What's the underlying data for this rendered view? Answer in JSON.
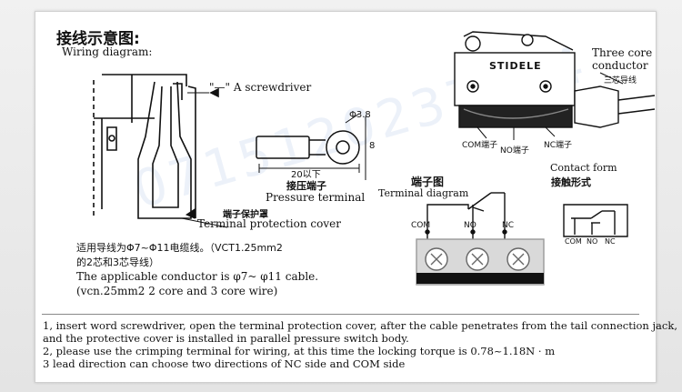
{
  "title_cn": "接线示意图:",
  "title_en": "Wiring diagram:",
  "screwdriver_label": "\"—\" A screwdriver",
  "dimension_38": "Φ3.8",
  "dimension_8": "8",
  "dimension_20": "20以下",
  "pressure_terminal_cn": "接压端子",
  "pressure_terminal_en": "Pressure terminal",
  "terminal_protect_cn": "端子保护罩",
  "terminal_protect_en": "Terminal protection cover",
  "cable_cn_line1": "适用导线为Φ7~Φ11电缆线。（VCT1.25mm2",
  "cable_cn_line2": "的2芯和3芯导线）",
  "cable_en_line1": "The applicable conductor is φ7~ φ11 cable.",
  "cable_en_line2": "(vcn.25mm2 2 core and 3 core wire)",
  "brand": "STIDELE",
  "three_core_en_1": "Three core",
  "three_core_en_2": "conductor",
  "three_core_cn": "三芯导线",
  "com_terminal": "COM端子",
  "no_terminal": "NO端子",
  "nc_terminal": "NC端子",
  "terminal_diagram_cn": "端子图",
  "terminal_diagram_en": "Terminal diagram",
  "pin_com": "COM",
  "pin_no": "NO",
  "pin_nc": "NC",
  "contact_form_en": "Contact form",
  "contact_form_cn": "接触形式",
  "cf_com": "COM",
  "cf_no": "NO",
  "cf_nc": "NC",
  "watermark": "0715120237724",
  "notes": [
    "1, insert  word screwdriver, open the terminal protection cover, after the cable penetrates from the tail connection jack,",
    " and the protective cover is installed in parallel pressure switch body.",
    "2, please use the crimping terminal for wiring, at this time the locking torque is 0.78~1.18N · m",
    "3 lead direction can choose two directions of NC side and COM side"
  ]
}
